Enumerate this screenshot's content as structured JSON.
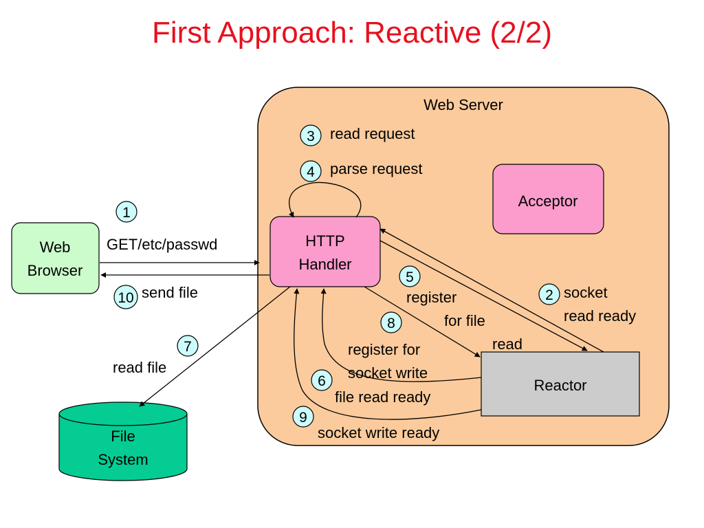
{
  "title": "First Approach: Reactive (2/2)",
  "colors": {
    "title": "#e8101e",
    "server_fill": "#fbcb9d",
    "handler_fill": "#fb9ccc",
    "browser_fill": "#ccfccc",
    "reactor_fill": "#cccccc",
    "filesystem_fill": "#05cc92",
    "step_badge_fill": "#ccfcfc"
  },
  "nodes": {
    "web_server": "Web Server",
    "acceptor": "Acceptor",
    "http_handler": [
      "HTTP",
      "Handler"
    ],
    "web_browser": [
      "Web",
      "Browser"
    ],
    "reactor": "Reactor",
    "file_system": [
      "File",
      "System"
    ]
  },
  "steps": {
    "s1": "1",
    "s2": "2",
    "s3": "3",
    "s4": "4",
    "s5": "5",
    "s6": "6",
    "s7": "7",
    "s8": "8",
    "s9": "9",
    "s10": "10"
  },
  "labels": {
    "get_request": "GET/etc/passwd",
    "send_file": "send file",
    "read_request": "read request",
    "parse_request": "parse request",
    "register_for_file_read": [
      "register",
      "for file",
      "read"
    ],
    "socket_read_ready": [
      "socket",
      "read ready"
    ],
    "read_file": "read file",
    "register_for_socket_write": [
      "register for",
      "socket write"
    ],
    "file_read_ready": "file read  ready",
    "socket_write_ready": "socket write  ready"
  }
}
